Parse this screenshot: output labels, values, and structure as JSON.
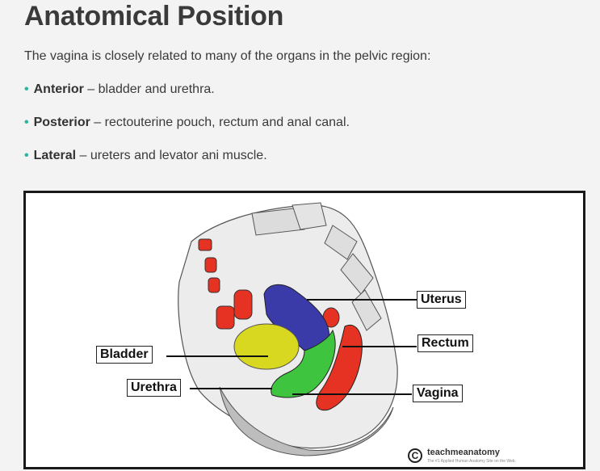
{
  "heading": "Anatomical Position",
  "intro": "The vagina is closely related to many of the organs in the pelvic region:",
  "bullets": [
    {
      "term": "Anterior",
      "text": " – bladder and urethra."
    },
    {
      "term": "Posterior",
      "text": " – rectouterine pouch, rectum and anal canal."
    },
    {
      "term": "Lateral",
      "text": " – ureters and levator ani muscle."
    }
  ],
  "figure": {
    "labels": {
      "uterus": "Uterus",
      "rectum": "Rectum",
      "bladder": "Bladder",
      "urethra": "Urethra",
      "vagina": "Vagina"
    },
    "logo": {
      "mark": "C",
      "name": "teachmeanatomy",
      "tagline": "The #1 Applied Human Anatomy Site on the Web."
    }
  },
  "colors": {
    "bullet": "#2bb5a0",
    "uterus": "#3a3aa8",
    "rectum": "#e63222",
    "bladder": "#d8d820",
    "vagina": "#3ec43e"
  }
}
